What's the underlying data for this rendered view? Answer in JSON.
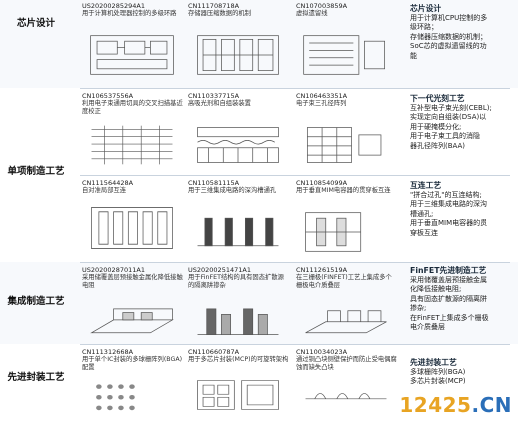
{
  "rows": [
    {
      "category": "芯片设计",
      "patents": [
        {
          "id": "US20200285294A1",
          "desc": "用于计算机处理器控制的多级环路"
        },
        {
          "id": "CN111708718A",
          "desc": "存储器压缩数据的机制"
        },
        {
          "id": "CN107003859A",
          "desc": "虚拟遗留线"
        }
      ],
      "summary_title": "芯片设计",
      "summary_lines": [
        "用于计算机CPU控制的多",
        "级环路；",
        "存储器压缩数据的机制；",
        "SoC芯的虚拟遗留线的功",
        "能"
      ]
    },
    {
      "category": "单项制造工艺",
      "patents": [
        {
          "id": "CN106537556A",
          "desc": "利用电子束通用切具的交叉扫描基近度校正"
        },
        {
          "id": "CN110337715A",
          "desc": "高吸光剂和自组装装置"
        },
        {
          "id": "CN106463351A",
          "desc": "电子束三孔径阵列"
        },
        {
          "id": "CN111564428A",
          "desc": "自对准局部互连"
        },
        {
          "id": "CN110581115A",
          "desc": "用于三维集成电路的深沟槽通孔"
        },
        {
          "id": "CN110854099A",
          "desc": "用于垂直MIM电容器的贯穿板互连"
        }
      ],
      "summary_blocks": [
        {
          "title": "下一代光刻工艺",
          "lines": [
            "互补型电子束光刻(CEBL);",
            "实现定向自组装(DSA)以",
            "用于硬掩模分化;",
            "用于电子束工具的消隐",
            "器孔径阵列(BAA)"
          ]
        },
        {
          "title": "互连工艺",
          "lines": [
            "\"拼合过孔\"的互连结构;",
            "用于三维集成电路的深沟",
            "槽通孔;",
            "用于垂直MIM电容器的贯",
            "穿板互连"
          ]
        }
      ]
    },
    {
      "category": "集成制造工艺",
      "patents": [
        {
          "id": "US20200287011A1",
          "desc": "采用储覆盖层预接触金属化降低接触电阻"
        },
        {
          "id": "US20200251471A1",
          "desc": "用于FinFET结构的具有固态扩散源的隔离阱掺杂"
        },
        {
          "id": "CN111261519A",
          "desc": "在三栅极(FINFET)工艺上集成多个栅极电介质叠层"
        }
      ],
      "summary_title": "FinFET先进制造工艺",
      "summary_lines": [
        "采用储覆盖层预接触金属",
        "化降低接触电阻;",
        "具有固态扩散源的隔离阱",
        "掺杂;",
        "在FinFET上集成多个栅极",
        "电介质叠层"
      ]
    },
    {
      "category": "先进封装工艺",
      "patents": [
        {
          "id": "CN111312668A",
          "desc": "用于单个IC封装的多球栅阵列(BGA)配置"
        },
        {
          "id": "CN110660787A",
          "desc": "用于多芯片封装(MCP)的可旋转架构"
        },
        {
          "id": "CN110034023A",
          "desc": "通过铜凸块侧壁保护而防止受电偶腐蚀而缺失凸块"
        }
      ],
      "summary_title": "先进封装工艺",
      "summary_lines": [
        "多球栅阵列(BGA)",
        "多芯片封装(MCP)"
      ]
    }
  ],
  "watermark": {
    "number": "12425",
    "domain": ".CN"
  },
  "colors": {
    "band": "#f7f9fc",
    "rule": "#c9d3de",
    "wm_orange": "#e8a423",
    "wm_blue": "#2a6eb8"
  }
}
